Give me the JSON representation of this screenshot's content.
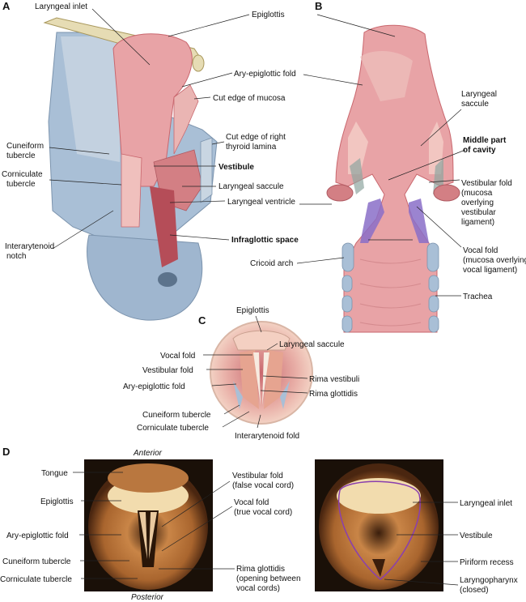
{
  "panels": {
    "a": "A",
    "b": "B",
    "c": "C",
    "d": "D"
  },
  "a_labels": {
    "laryngeal_inlet": "Laryngeal inlet",
    "epiglottis": "Epiglottis",
    "ary_epiglottic_fold": "Ary-epiglottic fold",
    "cut_edge_mucosa": "Cut edge of mucosa",
    "cut_edge_thyroid_1": "Cut edge of right",
    "cut_edge_thyroid_2": "thyroid lamina",
    "cuneiform_1": "Cuneiform",
    "cuneiform_2": "tubercle",
    "corniculate_1": "Corniculate",
    "corniculate_2": "tubercle",
    "vestibule": "Vestibule",
    "laryngeal_saccule": "Laryngeal saccule",
    "laryngeal_ventricle": "Laryngeal ventricle",
    "infraglottic_space": "Infraglottic space",
    "interarytenoid_1": "Interarytenoid",
    "interarytenoid_2": "notch"
  },
  "b_labels": {
    "laryngeal_saccule_1": "Laryngeal",
    "laryngeal_saccule_2": "saccule",
    "middle_part_1": "Middle part",
    "middle_part_2": "of cavity",
    "vestibular_fold_1": "Vestibular fold",
    "vestibular_fold_2": "(mucosa",
    "vestibular_fold_3": "overlying",
    "vestibular_fold_4": "vestibular",
    "vestibular_fold_5": "ligament)",
    "vocal_fold_1": "Vocal fold",
    "vocal_fold_2": "(mucosa overlying",
    "vocal_fold_3": "vocal ligament)",
    "cricoid_arch": "Cricoid arch",
    "trachea": "Trachea"
  },
  "c_labels": {
    "epiglottis": "Epiglottis",
    "vocal_fold": "Vocal fold",
    "laryngeal_saccule": "Laryngeal saccule",
    "vestibular_fold": "Vestibular fold",
    "ary_epiglottic_fold": "Ary-epiglottic fold",
    "rima_vestibuli": "Rima vestibuli",
    "rima_glottidis": "Rima glottidis",
    "cuneiform_tubercle": "Cuneiform tubercle",
    "corniculate_tubercle": "Corniculate tubercle",
    "interarytenoid_fold": "Interarytenoid fold"
  },
  "d_labels": {
    "anterior": "Anterior",
    "posterior": "Posterior",
    "tongue": "Tongue",
    "epiglottis": "Epiglottis",
    "ary_epiglottic_fold": "Ary-epiglottic fold",
    "cuneiform_tubercle": "Cuneiform tubercle",
    "corniculate_tubercle": "Corniculate tubercle",
    "vestibular_fold_1": "Vestibular fold",
    "vestibular_fold_2": "(false vocal cord)",
    "vocal_fold_1": "Vocal fold",
    "vocal_fold_2": "(true vocal cord)",
    "rima_glottidis_1": "Rima glottidis",
    "rima_glottidis_2": "(opening between",
    "rima_glottidis_3": "vocal cords)",
    "laryngeal_inlet": "Laryngeal inlet",
    "vestibule": "Vestibule",
    "piriform_recess": "Piriform recess",
    "laryngopharynx_1": "Laryngopharynx",
    "laryngopharynx_2": "(closed)"
  },
  "colors": {
    "mucosa": "#e8a3a6",
    "mucosa_dark": "#c9676e",
    "cartilage": "#a9bfd6",
    "endo_bg": "#1a1008",
    "endo_tissue": "#b9773f",
    "fold_purple": "#8a6fc8"
  }
}
